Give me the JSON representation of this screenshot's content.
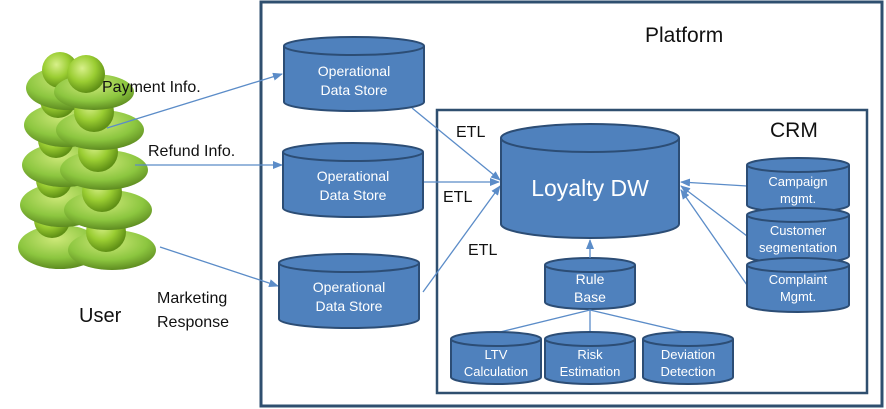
{
  "diagram": {
    "platform_title": "Platform",
    "crm_title": "CRM",
    "user_label": "User",
    "flows": {
      "payment": "Payment Info.",
      "refund": "Refund Info.",
      "marketing_line1": "Marketing",
      "marketing_line2": "Response"
    },
    "ods": [
      {
        "line1": "Operational",
        "line2": "Data Store"
      },
      {
        "line1": "Operational",
        "line2": "Data Store"
      },
      {
        "line1": "Operational",
        "line2": "Data Store"
      }
    ],
    "etl_labels": [
      "ETL",
      "ETL",
      "ETL"
    ],
    "loyalty_dw": "Loyalty DW",
    "rule_base": {
      "line1": "Rule",
      "line2": "Base"
    },
    "analytics": [
      {
        "line1": "LTV",
        "line2": "Calculation"
      },
      {
        "line1": "Risk",
        "line2": "Estimation"
      },
      {
        "line1": "Deviation",
        "line2": "Detection"
      }
    ],
    "crm_modules": [
      {
        "line1": "Campaign",
        "line2": "mgmt."
      },
      {
        "line1": "Customer",
        "line2": "segmentation"
      },
      {
        "line1": "Complaint",
        "line2": "Mgmt."
      }
    ],
    "colors": {
      "cylinder_fill": "#4f81bd",
      "cylinder_stroke": "#2c4d75",
      "frame_stroke": "#2f4f6f",
      "arrow": "#5b8cc8",
      "user_green": "#8cc63f"
    }
  }
}
